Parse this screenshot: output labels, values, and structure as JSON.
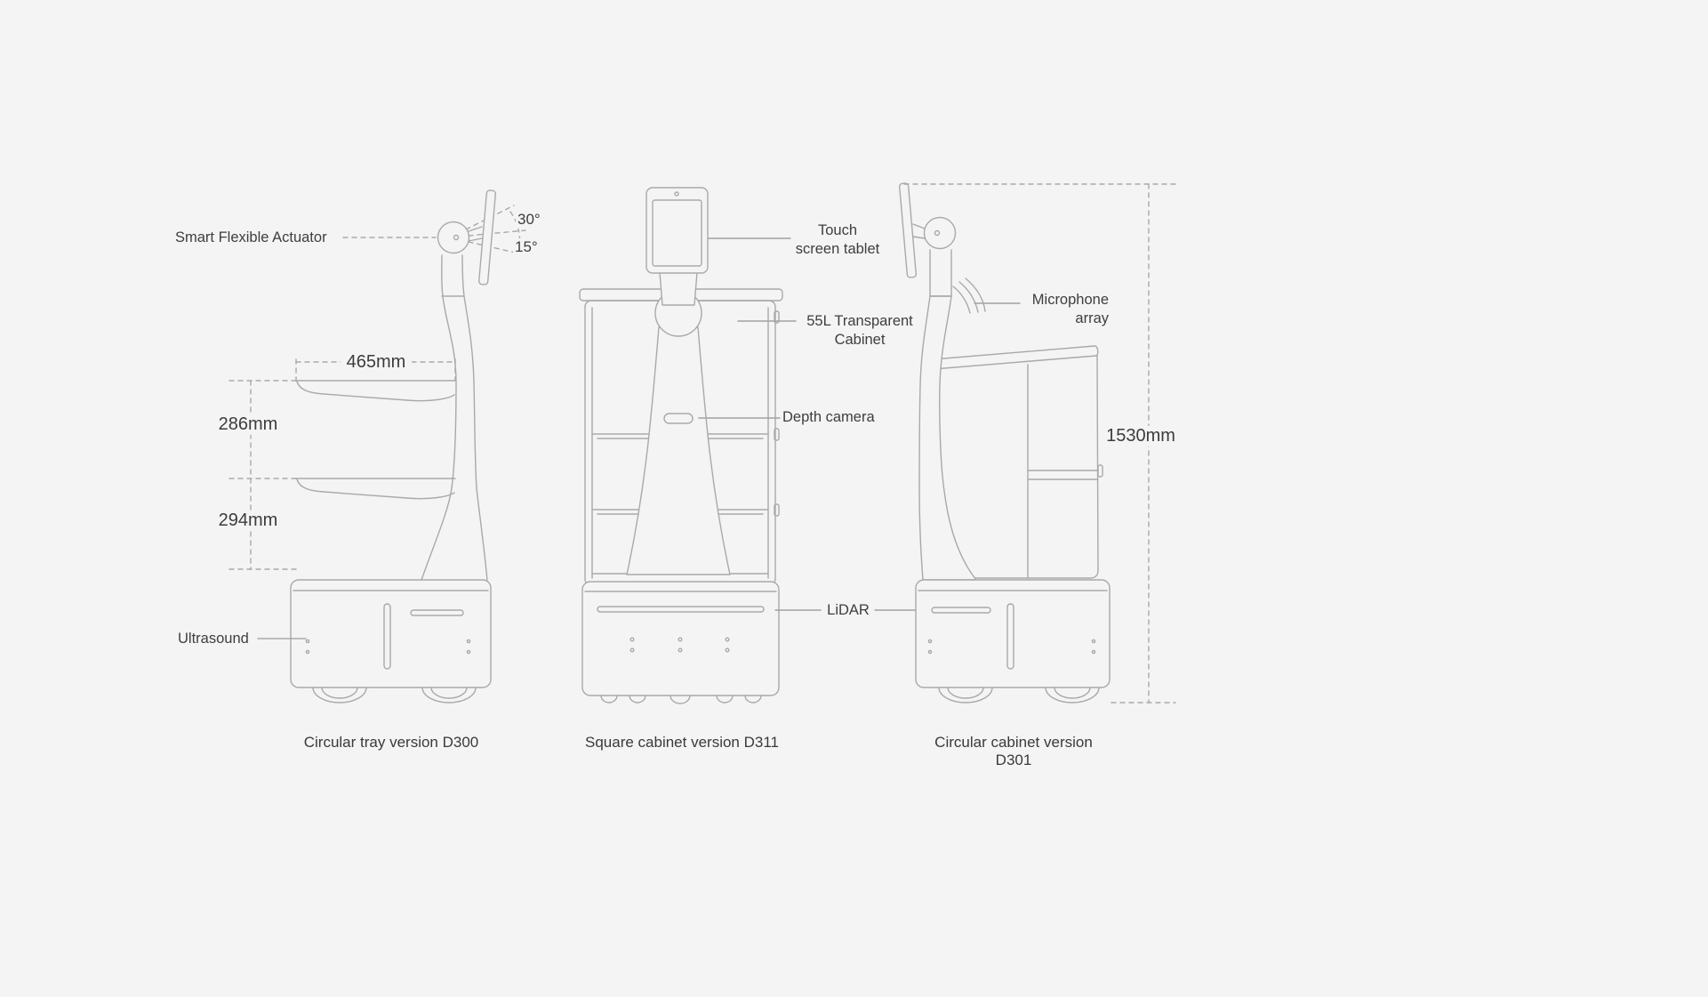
{
  "page": {
    "background": "#f4f4f5",
    "line_color": "#a9a9a9",
    "text_color": "#3e3e3e"
  },
  "annotations": {
    "smart_flexible_actuator": "Smart Flexible Actuator",
    "angle_upper": "30°",
    "angle_lower": "15°",
    "tray_width": "465mm",
    "tray_spacing_upper": "286mm",
    "tray_spacing_lower": "294mm",
    "ultrasound": "Ultrasound",
    "touch_screen_tablet": "Touch\nscreen tablet",
    "transparent_cabinet": "55L Transparent\nCabinet",
    "depth_camera": "Depth camera",
    "lidar": "LiDAR",
    "microphone_array": "Microphone\narray",
    "overall_height": "1530mm"
  },
  "captions": {
    "left": "Circular tray version D300",
    "middle": "Square cabinet version D311",
    "right": "Circular cabinet version D301"
  }
}
